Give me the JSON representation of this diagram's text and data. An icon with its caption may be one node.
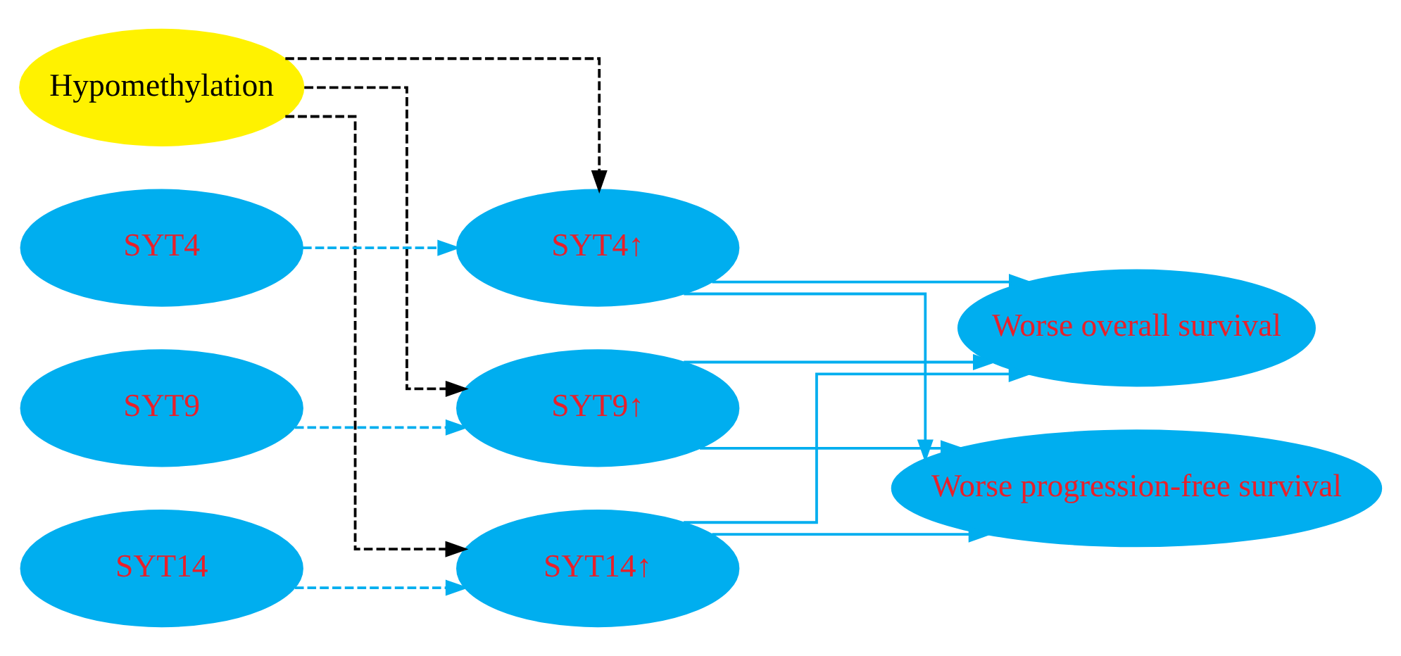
{
  "diagram": {
    "nodes": [
      {
        "text": [
          "Hypomethylation"
        ]
      },
      {
        "text": [
          "SYT4"
        ]
      },
      {
        "text": [
          "SYT9"
        ]
      },
      {
        "text": [
          "SYT14"
        ]
      },
      {
        "text": [
          "SYT4↑"
        ]
      },
      {
        "text": [
          "SYT9↑"
        ]
      },
      {
        "text": [
          "SYT14↑"
        ]
      },
      {
        "text": [
          "Worse overall survival"
        ]
      },
      {
        "text": [
          "Worse progression-free survival"
        ]
      }
    ],
    "edges": [
      {
        "from": 1,
        "to": 4,
        "arrow": "to",
        "style": "dashed"
      },
      {
        "from": 2,
        "to": 5,
        "arrow": "to",
        "style": "dashed"
      },
      {
        "from": 3,
        "to": 6,
        "arrow": "to",
        "style": "dashed"
      },
      {
        "from": 0,
        "to": 4,
        "arrow": "to",
        "style": "dashed",
        "color": "#000000"
      },
      {
        "from": 0,
        "to": 5,
        "arrow": "to",
        "style": "dashed",
        "color": "#000000"
      },
      {
        "from": 0,
        "to": 6,
        "arrow": "to",
        "style": "dashed",
        "color": "#000000"
      },
      {
        "from": 4,
        "to": 7,
        "arrow": "to"
      },
      {
        "from": 4,
        "to": 8,
        "arrow": "to"
      },
      {
        "from": 5,
        "to": 7,
        "arrow": "to"
      },
      {
        "from": 5,
        "to": 8,
        "arrow": "to"
      },
      {
        "from": 6,
        "to": 7,
        "arrow": "to"
      },
      {
        "from": 6,
        "to": 8,
        "arrow": "to"
      }
    ]
  }
}
